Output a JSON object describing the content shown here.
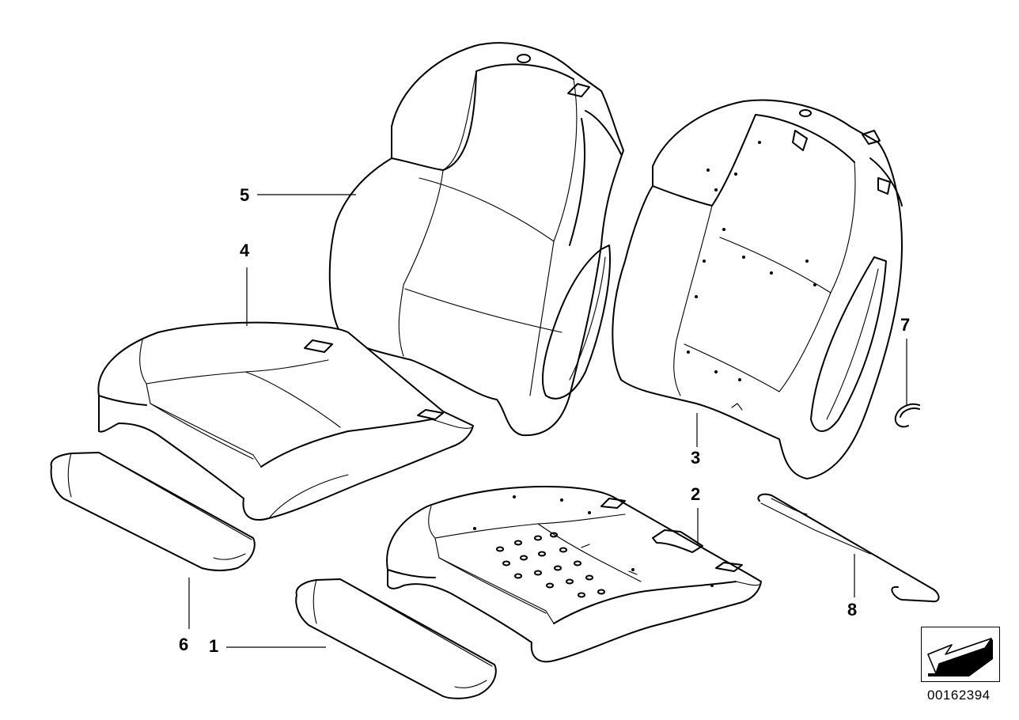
{
  "diagram": {
    "callouts": {
      "c1": "1",
      "c2": "2",
      "c3": "3",
      "c4": "4",
      "c5": "5",
      "c6": "6",
      "c7": "7",
      "c8": "8"
    },
    "reference_number": "00162394",
    "nav_icon": "arrow-left-down-icon"
  }
}
